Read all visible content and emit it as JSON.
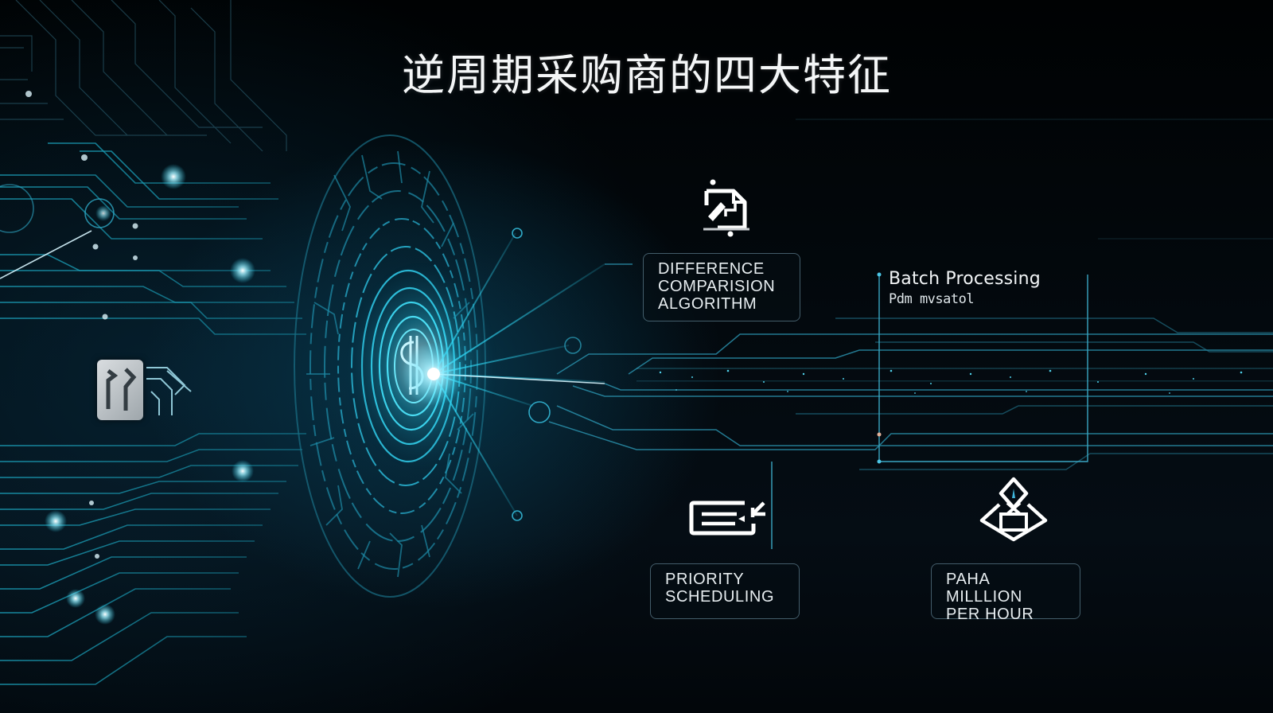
{
  "slide": {
    "title": "逆周期采购商的四大特征",
    "colors": {
      "background": "#02060a",
      "accent_cyan": "#2fd3f0",
      "trace_cyan": "#1b9fb8",
      "text": "#f2f5f7",
      "box_border": "#7aa0b4"
    }
  },
  "features": [
    {
      "id": "difference",
      "icon": "document-pen-icon",
      "lines": [
        "DIFFERENCE",
        "COMPARISION",
        "ALGORITHM"
      ]
    },
    {
      "id": "batch",
      "icon": "node-dot-icon",
      "title": "Batch Processing",
      "subtitle": "Pdm mvsatol"
    },
    {
      "id": "priority",
      "icon": "ticket-arrow-icon",
      "lines": [
        "PRIORITY",
        "SCHEDULING"
      ]
    },
    {
      "id": "throughput",
      "icon": "diamond-box-icon",
      "lines": [
        "PAHA MILLLION",
        "PER HOUR"
      ]
    }
  ],
  "graphics": {
    "central_disc": "circuit-maze-disc",
    "core_symbol": "dollar-sign-icon",
    "left_chip": "chip-logo-icon"
  }
}
